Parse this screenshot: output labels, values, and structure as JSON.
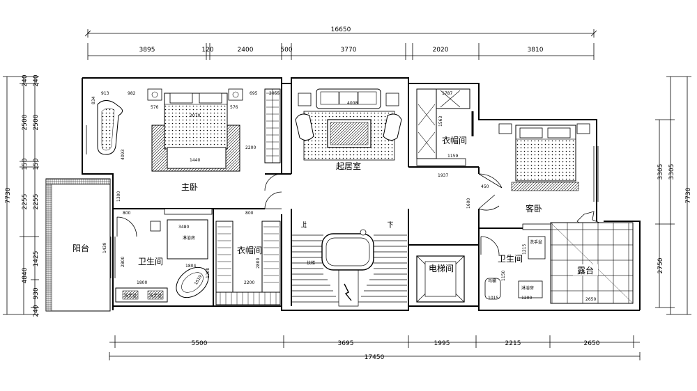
{
  "dimensions": {
    "top_total": "16650",
    "top_segments": [
      "3895",
      "120",
      "2400",
      "500",
      "3770",
      "2020",
      "3810"
    ],
    "bottom_total": "17450",
    "bottom_segments": [
      "5500",
      "3695",
      "1995",
      "2215",
      "2650"
    ],
    "left_total": "7730",
    "left_outer_segments": [
      "240",
      "2500",
      "150",
      "2255",
      "1425",
      "930",
      "240"
    ],
    "left_inner_segments": [
      "240",
      "2500",
      "150",
      "2255",
      "4840"
    ],
    "right_total": "7730",
    "right_segments": [
      "3305",
      "2750"
    ],
    "right_inner": "3305"
  },
  "rooms": {
    "master_bedroom": "主卧",
    "living_room": "起居室",
    "closet_upper": "衣帽间",
    "closet_lower": "衣帽间",
    "guest_bedroom": "客卧",
    "balcony": "阳台",
    "bathroom_left": "卫生间",
    "bathroom_right": "卫生间",
    "elevator": "电梯间",
    "terrace": "露台",
    "stair_up": "上",
    "stair_down": "下"
  },
  "interior_dims": {
    "d913": "913",
    "d982": "982",
    "d834": "834",
    "d576a": "576",
    "d576b": "576",
    "d2070": "2070",
    "d695": "695",
    "d2055": "2055",
    "d4008": "4008",
    "d4093": "4093",
    "d1440": "1440",
    "d2200a": "2200",
    "d1300": "1300",
    "d800a": "800",
    "d3480": "3480",
    "d800b": "800",
    "d2800a": "2800",
    "d1800": "1800",
    "d1804": "1804",
    "d1200a": "1200",
    "d2200b": "2200",
    "d1439": "1439",
    "d2800b": "2800",
    "d1787": "1787",
    "d1563": "1563",
    "d1159": "1159",
    "d1937": "1937",
    "d450": "450",
    "d1600": "1600",
    "d1215": "1215",
    "d1150": "1150",
    "d1015": "1015",
    "d1200b": "1200",
    "d2650": "2650",
    "d1619": "1619"
  },
  "fixture_labels": {
    "shower": "淋浴房",
    "sink_left_1": "洗手盆",
    "sink_left_2": "洗手盆",
    "sink_right": "洗手盆",
    "toilet": "马桶",
    "shower_right": "淋浴房",
    "stair_label": "扶梯"
  }
}
